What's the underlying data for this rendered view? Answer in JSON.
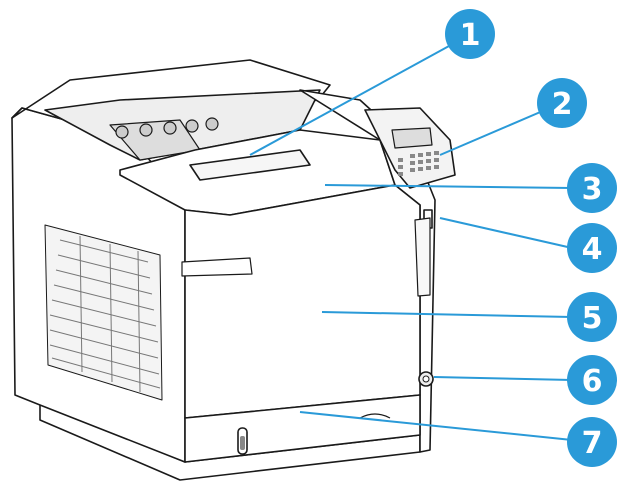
{
  "colors": {
    "callout_fill": "#2a9ad8",
    "callout_text": "#ffffff",
    "leader_line": "#2a9ad8",
    "printer_outline": "#1a1a1a",
    "printer_body": "#ffffff"
  },
  "callouts": [
    {
      "number": "1",
      "target": "output-bin"
    },
    {
      "number": "2",
      "target": "control-panel"
    },
    {
      "number": "3",
      "target": "top-cover"
    },
    {
      "number": "4",
      "target": "usb-port"
    },
    {
      "number": "5",
      "target": "front-door"
    },
    {
      "number": "6",
      "target": "power-button"
    },
    {
      "number": "7",
      "target": "tray"
    }
  ]
}
